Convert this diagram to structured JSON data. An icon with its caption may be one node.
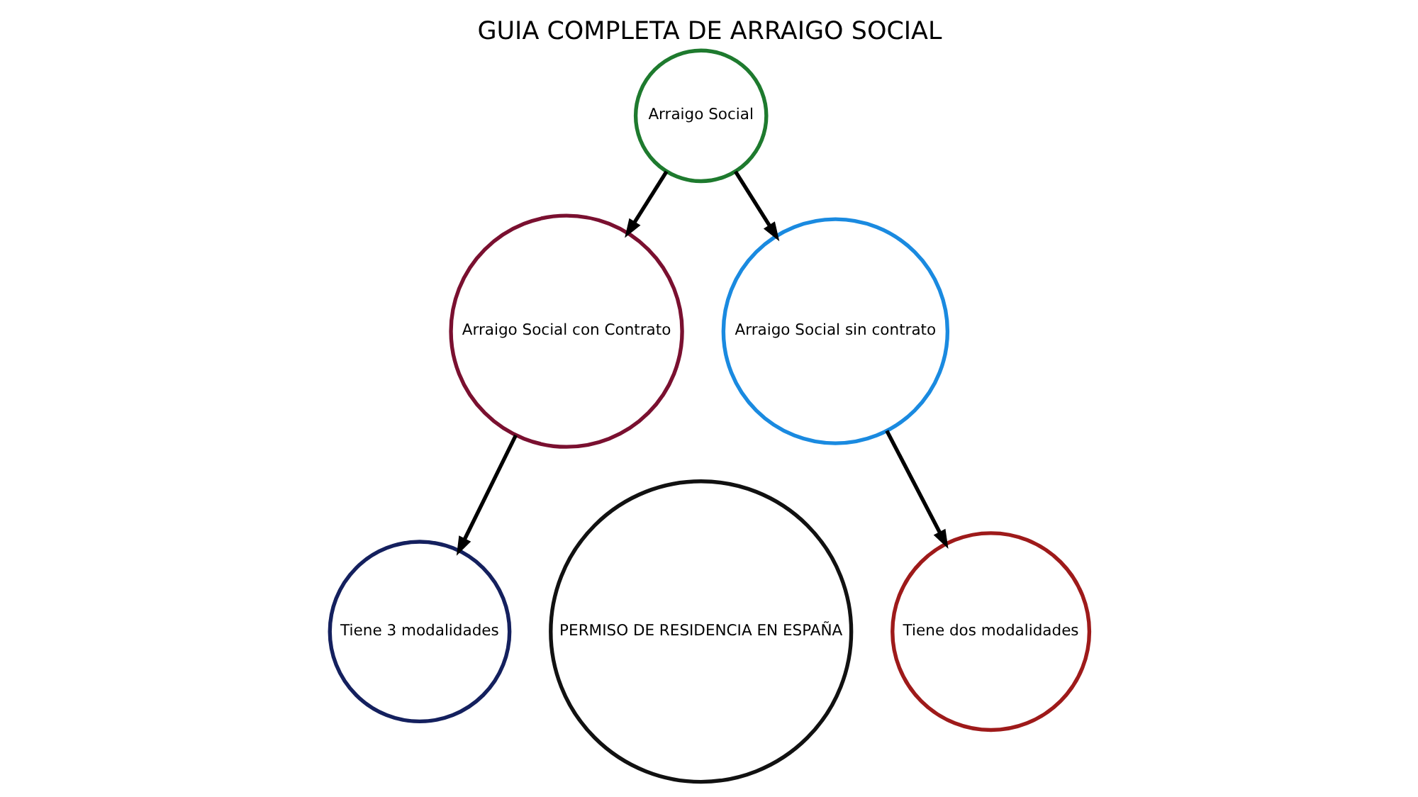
{
  "diagram": {
    "title": "GUIA COMPLETA DE ARRAIGO SOCIAL",
    "nodes": [
      {
        "text": [
          "Arraigo Social"
        ]
      },
      {
        "text": [
          "Arraigo Social con Contrato"
        ]
      },
      {
        "text": [
          "Arraigo Social sin contrato"
        ]
      },
      {
        "text": [
          "Tiene 3 modalidades"
        ]
      },
      {
        "text": [
          "Tiene dos modalidades"
        ]
      },
      {
        "text": [
          "PERMISO DE RESIDENCIA EN ESPAÑA"
        ]
      }
    ],
    "edges": [
      {
        "from": 0,
        "to": 1,
        "arrow": "to"
      },
      {
        "from": 0,
        "to": 2,
        "arrow": "to"
      },
      {
        "from": 1,
        "to": 3,
        "arrow": "to"
      },
      {
        "from": 2,
        "to": 4,
        "arrow": "to"
      }
    ]
  }
}
